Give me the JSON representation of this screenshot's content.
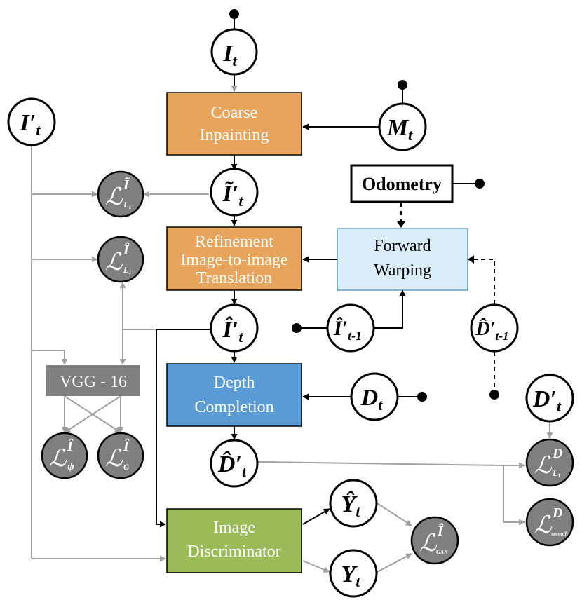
{
  "colors": {
    "orange": "#E6A45C",
    "blue": "#5B9BD5",
    "green": "#9BBB59",
    "light_blue": "#DAEEF9",
    "gray_box": "#808080",
    "loss_gray": "#7F7F7F",
    "gray_line": "#A0A0A0",
    "black": "#000000"
  },
  "blocks": {
    "coarse": [
      "Coarse",
      "Inpainting"
    ],
    "refine": [
      "Refinement",
      "Image-to-image",
      "Translation"
    ],
    "depth": [
      "Depth",
      "Completion"
    ],
    "disc": [
      "Image",
      "Discriminator"
    ],
    "warp": [
      "Forward",
      "Warping"
    ],
    "odometry": "Odometry",
    "vgg": "VGG - 16"
  },
  "nodes": {
    "I_t": {
      "main": "I",
      "sub": "t"
    },
    "M_t": {
      "main": "M",
      "sub": "t"
    },
    "I_prime_t": {
      "main": "I′",
      "sub": "t"
    },
    "I_tilde_prime_t": {
      "main": "Ĩ′",
      "sub": "t"
    },
    "I_hat_prime_t": {
      "main": "Î′",
      "sub": "t"
    },
    "I_hat_prime_t1": {
      "main": "Î′",
      "sub": "t-1"
    },
    "D_hat_prime_t1": {
      "main": "D̂′",
      "sub": "t-1"
    },
    "D_t": {
      "main": "D",
      "sub": "t"
    },
    "D_prime_t": {
      "main": "D′",
      "sub": "t"
    },
    "D_hat_prime_t": {
      "main": "D̂′",
      "sub": "t"
    },
    "Y_hat_t": {
      "main": "Ŷ",
      "sub": "t"
    },
    "Y_t": {
      "main": "Y",
      "sub": "t"
    }
  },
  "losses": {
    "l1_tilde": {
      "symbol": "ℒ",
      "sup": "Ĩ",
      "sub": "L",
      "sub2": "1"
    },
    "l1_hat": {
      "symbol": "ℒ",
      "sup": "Î",
      "sub": "L",
      "sub2": "1"
    },
    "psi": {
      "symbol": "ℒ",
      "sup": "Î",
      "sub": "ψ",
      "sub2": ""
    },
    "g": {
      "symbol": "ℒ",
      "sup": "Î",
      "sub": "G",
      "sub2": ""
    },
    "d_l1": {
      "symbol": "ℒ",
      "sup": "D",
      "sub": "L",
      "sub2": "1"
    },
    "d_smooth": {
      "symbol": "ℒ",
      "sup": "D",
      "sub": "smooth",
      "sub2": ""
    },
    "gan": {
      "symbol": "ℒ",
      "sup": "Î",
      "sub": "GAN",
      "sub2": ""
    }
  }
}
